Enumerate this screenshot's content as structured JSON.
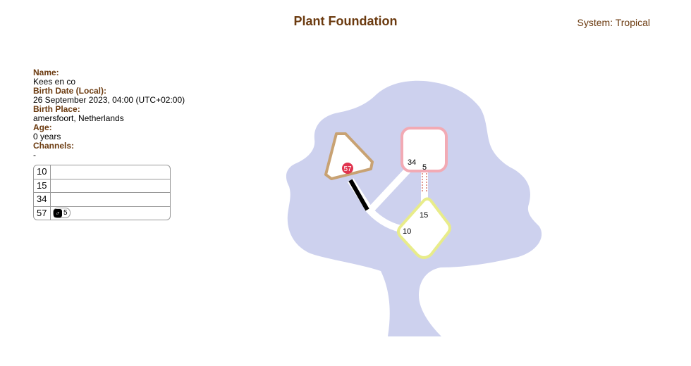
{
  "header": {
    "title": "Plant Foundation",
    "system": "System: Tropical"
  },
  "info": {
    "name_label": "Name:",
    "name": "Kees en co",
    "birth_date_label": "Birth Date (Local):",
    "birth_date": "26 September 2023, 04:00 (UTC+02:00)",
    "birth_place_label": "Birth Place:",
    "birth_place": "amersfoort, Netherlands",
    "age_label": "Age:",
    "age": "0 years",
    "channels_label": "Channels:",
    "channels": "-"
  },
  "gates": [
    {
      "gate": "10",
      "planets": []
    },
    {
      "gate": "15",
      "planets": []
    },
    {
      "gate": "34",
      "planets": []
    },
    {
      "gate": "57",
      "planets": [
        {
          "icon": "♂",
          "value": "5",
          "icon_name": "mars-icon"
        }
      ]
    }
  ],
  "diagram": {
    "tree_color": "#cdd1ee",
    "triangle_border": "#c8a273",
    "square_border": "#f2aab4",
    "diamond_border": "#e8ec8a",
    "gate_57_label": "57",
    "gate_57_color": "#e0344f",
    "gate_34_label": "34",
    "gate_5_label": "5",
    "gate_15_label": "15",
    "gate_10_label": "10"
  }
}
